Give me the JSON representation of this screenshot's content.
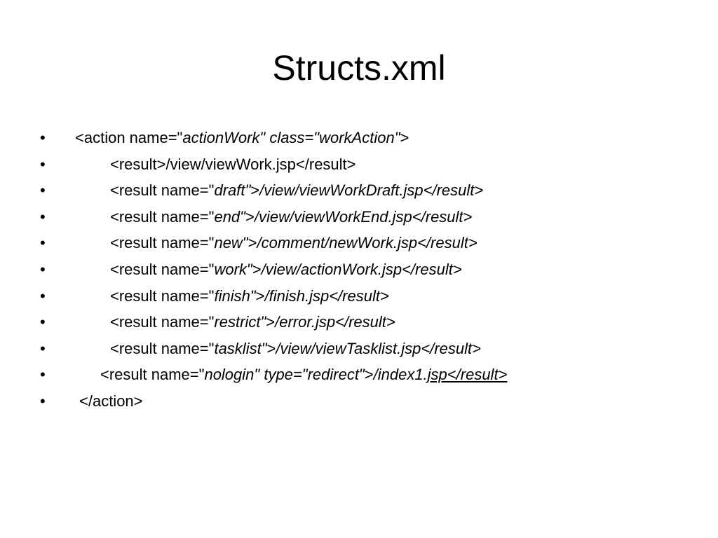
{
  "slide": {
    "title": "Structs.xml",
    "bullet_char": "•",
    "lines": [
      {
        "segments": [
          {
            "text": "<action name=\"",
            "italic": false,
            "underline": false
          },
          {
            "text": "actionWork\" class=\"workAction\"",
            "italic": true,
            "underline": false
          },
          {
            "text": ">",
            "italic": false,
            "underline": false
          }
        ]
      },
      {
        "segments": [
          {
            "text": "<result>/view/viewWork.jsp</result>",
            "italic": false,
            "underline": false
          }
        ]
      },
      {
        "segments": [
          {
            "text": "<result name=\"",
            "italic": false,
            "underline": false
          },
          {
            "text": "draft\"",
            "italic": true,
            "underline": false
          },
          {
            "text": ">",
            "italic": false,
            "underline": false
          },
          {
            "text": "/view/viewWorkDraft.jsp</result>",
            "italic": true,
            "underline": false
          }
        ]
      },
      {
        "segments": [
          {
            "text": "<result name=\"",
            "italic": false,
            "underline": false
          },
          {
            "text": "end\"",
            "italic": true,
            "underline": false
          },
          {
            "text": ">",
            "italic": false,
            "underline": false
          },
          {
            "text": "/view/viewWorkEnd.jsp</result>",
            "italic": true,
            "underline": false
          }
        ]
      },
      {
        "segments": [
          {
            "text": "<result name=\"",
            "italic": false,
            "underline": false
          },
          {
            "text": "new\"",
            "italic": true,
            "underline": false
          },
          {
            "text": ">",
            "italic": false,
            "underline": false
          },
          {
            "text": "/comment/newWork.jsp</result>",
            "italic": true,
            "underline": false
          }
        ]
      },
      {
        "segments": [
          {
            "text": "<result name=\"",
            "italic": false,
            "underline": false
          },
          {
            "text": "work\"",
            "italic": true,
            "underline": false
          },
          {
            "text": ">",
            "italic": false,
            "underline": false
          },
          {
            "text": "/view/actionWork.jsp</result>",
            "italic": true,
            "underline": false
          }
        ]
      },
      {
        "segments": [
          {
            "text": "<result name=\"",
            "italic": false,
            "underline": false
          },
          {
            "text": "finish\"",
            "italic": true,
            "underline": false
          },
          {
            "text": ">",
            "italic": false,
            "underline": false
          },
          {
            "text": "/finish.jsp</result>",
            "italic": true,
            "underline": false
          }
        ]
      },
      {
        "segments": [
          {
            "text": "<result name=\"",
            "italic": false,
            "underline": false
          },
          {
            "text": "restrict\"",
            "italic": true,
            "underline": false
          },
          {
            "text": ">",
            "italic": false,
            "underline": false
          },
          {
            "text": "/error.jsp</result>",
            "italic": true,
            "underline": false
          }
        ]
      },
      {
        "segments": [
          {
            "text": "<result name=\"",
            "italic": false,
            "underline": false
          },
          {
            "text": "tasklist\"",
            "italic": true,
            "underline": false
          },
          {
            "text": ">",
            "italic": false,
            "underline": false
          },
          {
            "text": "/view/viewTasklist.jsp</result>",
            "italic": true,
            "underline": false
          }
        ]
      },
      {
        "segments": [
          {
            "text": "<result name=\"",
            "italic": false,
            "underline": false
          },
          {
            "text": "nologin\" type=\"redirect\"",
            "italic": true,
            "underline": false
          },
          {
            "text": ">",
            "italic": false,
            "underline": false
          },
          {
            "text": "/index1.",
            "italic": true,
            "underline": false
          },
          {
            "text": "jsp</result>",
            "italic": true,
            "underline": true
          }
        ]
      },
      {
        "segments": [
          {
            "text": "</action>",
            "italic": false,
            "underline": false
          }
        ]
      }
    ]
  }
}
